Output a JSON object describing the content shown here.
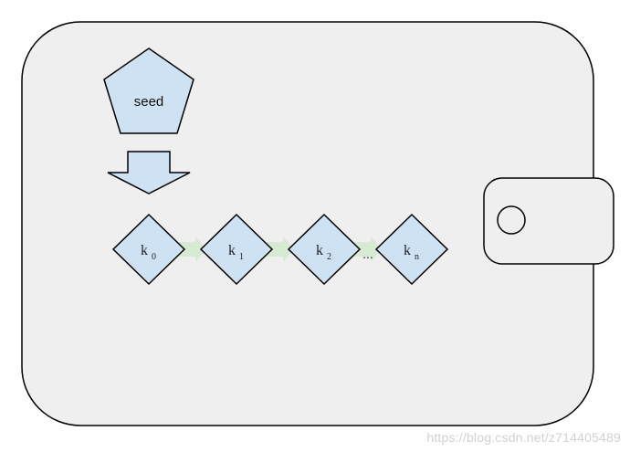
{
  "seed": {
    "label": "seed"
  },
  "chain": {
    "keys": [
      {
        "base": "k",
        "sub": "0"
      },
      {
        "base": "k",
        "sub": "1"
      },
      {
        "base": "k",
        "sub": "2"
      },
      {
        "base": "k",
        "sub": "n"
      }
    ],
    "ellipsis": "..."
  },
  "colors": {
    "wallet_fill": "#efefef",
    "node_fill": "#cfe2f3",
    "outline": "#000000",
    "connector": "#d9ead3"
  },
  "watermark": "https://blog.csdn.net/z714405489"
}
